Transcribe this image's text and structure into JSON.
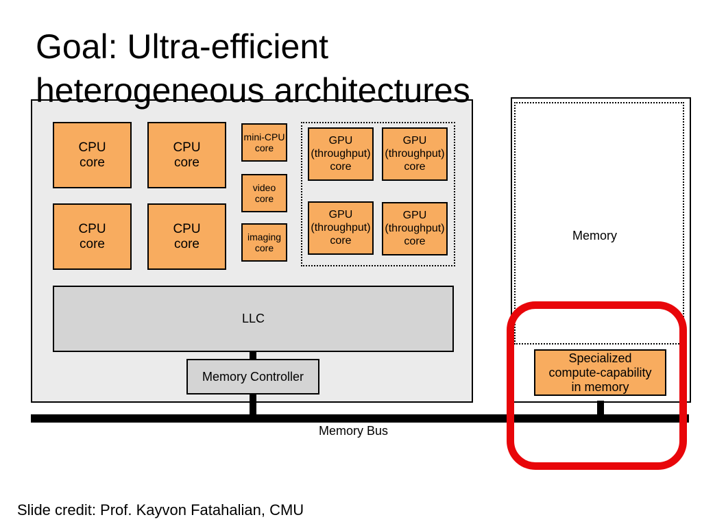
{
  "title": "Goal: Ultra-efficient\nheterogeneous architectures",
  "cpu_cores": [
    "CPU\ncore",
    "CPU\ncore",
    "CPU\ncore",
    "CPU\ncore"
  ],
  "mini_cpu_core": "mini-CPU\ncore",
  "video_core": "video\ncore",
  "imaging_core": "imaging\ncore",
  "gpu_cores": [
    "GPU\n(throughput)\ncore",
    "GPU\n(throughput)\ncore",
    "GPU\n(throughput)\ncore",
    "GPU\n(throughput)\ncore"
  ],
  "llc": "LLC",
  "memory_controller": "Memory Controller",
  "memory": "Memory",
  "specialized": "Specialized\ncompute-capability\nin memory",
  "memory_bus": "Memory Bus",
  "credit": "Slide credit: Prof. Kayvon Fatahalian, CMU",
  "colors": {
    "core": "#f8ac5f",
    "chip": "#ebebeb",
    "llc": "#d4d4d4",
    "highlight": "#e8060a"
  }
}
